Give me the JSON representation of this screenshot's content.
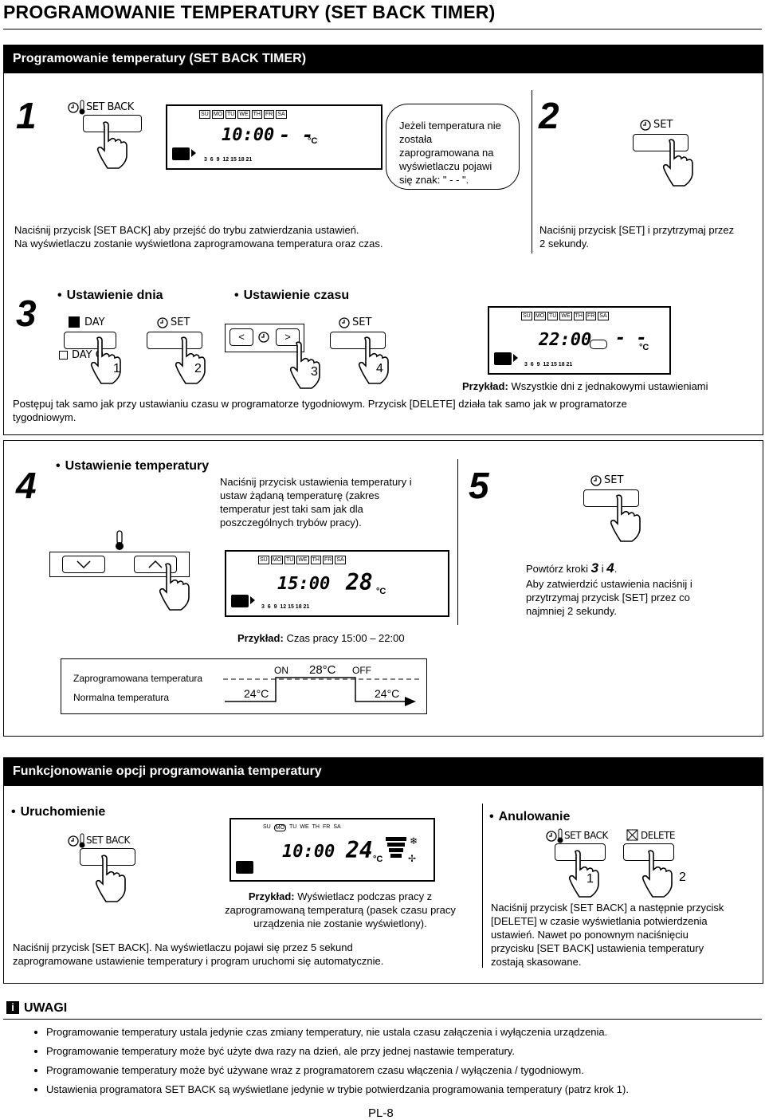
{
  "page_title": "PROGRAMOWANIE TEMPERATURY (SET BACK TIMER)",
  "section1_title": "Programowanie temperatury (SET BACK TIMER)",
  "step1": {
    "number": "1",
    "button_label": "SET BACK",
    "lcd": {
      "days": [
        "SU",
        "MO",
        "TU",
        "WE",
        "TH",
        "FR",
        "SA"
      ],
      "time": "10:00",
      "temp": "- -",
      "unit": "°C",
      "scale": "3  6  9  12 15 18 21"
    },
    "bubble": "Jeżeli temperatura nie została zaprogramowana na wyświetlaczu pojawi się znak: \" - - \".",
    "text1": "Naciśnij przycisk [SET BACK] aby przejść do trybu zatwierdzania ustawień.",
    "text2": "Na wyświetlaczu zostanie wyświetlona zaprogramowana temperatura oraz czas."
  },
  "step2": {
    "number": "2",
    "button_label": "SET",
    "text1": "Naciśnij przycisk [SET] i przytrzymaj przez",
    "text2": "2 sekundy."
  },
  "step3": {
    "number": "3",
    "bullet_day": "Ustawienie dnia",
    "bullet_time": "Ustawienie czasu",
    "day_label": "DAY",
    "day_off_label": "DAY O",
    "set_label": "SET",
    "hand_numbers": [
      "1",
      "2",
      "3",
      "4"
    ],
    "lcd": {
      "time": "22:00",
      "temp": "- -",
      "unit": "°C"
    },
    "example_bold": "Przykład:",
    "example_text": "Wszystkie dni z jednakowymi ustawieniami",
    "text1": "Postępuj tak samo jak przy ustawianiu czasu w programatorze tygodniowym. Przycisk [DELETE] działa tak samo jak w programatorze",
    "text2": "tygodniowym."
  },
  "step4": {
    "number": "4",
    "bullet": "Ustawienie temperatury",
    "text": [
      "Naciśnij przycisk ustawienia temperatury i",
      "ustaw żądaną temperaturę (zakres",
      "temperatur jest taki sam jak dla",
      "poszczególnych trybów pracy)."
    ],
    "lcd": {
      "time": "15:00",
      "temp": "28",
      "unit": "°C"
    },
    "example_bold": "Przykład:",
    "example_text": "Czas pracy 15:00 – 22:00"
  },
  "step5": {
    "number": "5",
    "button_label": "SET",
    "repeat_pre": "Powtórz kroki",
    "repeat_a": "3",
    "repeat_mid": "i",
    "repeat_b": "4",
    "repeat_post": ".",
    "text": [
      "Aby zatwierdzić ustawienia naciśnij i",
      "przytrzymaj przycisk [SET] przez co",
      "najmniej 2 sekundy."
    ]
  },
  "graph": {
    "programmed_label": "Zaprogramowana temperatura",
    "normal_label": "Normalna temperatura",
    "on": "ON",
    "off": "OFF",
    "high": "28°C",
    "low_left": "24°C",
    "low_right": "24°C"
  },
  "section2_title": "Funkcjonowanie opcji programowania temperatury",
  "start": {
    "bullet": "Uruchomienie",
    "button_label": "SET BACK",
    "lcd": {
      "days": [
        "SU",
        "MO",
        "TU",
        "WE",
        "TH",
        "FR",
        "SA"
      ],
      "time": "10:00",
      "temp": "24",
      "unit": "°C"
    },
    "example_bold": "Przykład:",
    "example_text1": "Wyświetlacz podczas pracy z",
    "example_text2": "zaprogramowaną temperaturą (pasek czasu pracy",
    "example_text3": "urządzenia nie zostanie wyświetlony).",
    "text1": "Naciśnij przycisk [SET BACK]. Na wyświetlaczu pojawi się przez 5 sekund",
    "text2": "zaprogramowane ustawienie temperatury i program uruchomi się automatycznie."
  },
  "cancel": {
    "bullet": "Anulowanie",
    "setback_label": "SET BACK",
    "delete_label": "DELETE",
    "hand_numbers": [
      "1",
      "2"
    ],
    "text": [
      "Naciśnij przycisk [SET BACK] a następnie przycisk",
      "[DELETE] w czasie wyświetlania potwierdzenia",
      "ustawień. Nawet po ponownym naciśnięciu",
      "przycisku [SET BACK] ustawienia temperatury",
      "zostają skasowane."
    ]
  },
  "notes": {
    "icon": "i",
    "title": "UWAGI",
    "items": [
      "Programowanie temperatury ustala jedynie czas zmiany temperatury, nie ustala czasu załączenia i wyłączenia urządzenia.",
      "Programowanie temperatury może być użyte dwa razy na dzień, ale przy jednej nastawie temperatury.",
      "Programowanie temperatury może być używane wraz z programatorem czasu włączenia / wyłączenia / tygodniowym.",
      "Ustawienia programatora SET BACK są wyświetlane jedynie w trybie potwierdzania programowania temperatury (patrz krok 1)."
    ]
  },
  "page_number": "PL-8"
}
